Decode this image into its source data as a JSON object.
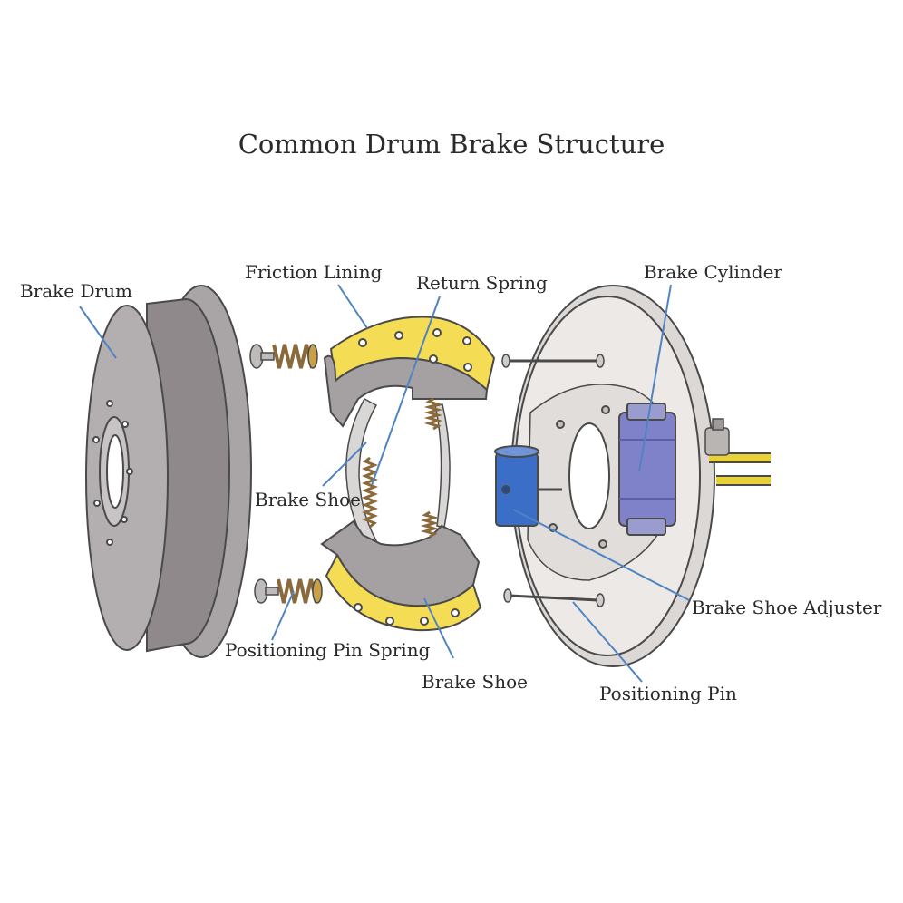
{
  "diagram": {
    "title": "Common Drum Brake Structure",
    "labels": {
      "brake_drum": "Brake Drum",
      "friction_lining": "Friction Lining",
      "return_spring": "Return Spring",
      "brake_cylinder": "Brake Cylinder",
      "brake_shoe_upper": "Brake Shoe",
      "brake_shoe_lower": "Brake Shoe",
      "brake_shoe_adjuster": "Brake Shoe Adjuster",
      "positioning_pin_spring": "Positioning Pin Spring",
      "positioning_pin": "Positioning Pin"
    }
  },
  "colors": {
    "drum": "#a9a4a6",
    "drum_dark": "#8f898c",
    "lining": "#f4dd55",
    "shoe": "#a5a1a2",
    "spring": "#8a6a3a",
    "backing_plate": "#e9e6e4",
    "cylinder": "#7f82c8",
    "adjuster": "#3b6ec6",
    "leader_line": "#4f83c2",
    "cable": "#e8d23a",
    "outline": "#4a4a4a"
  }
}
